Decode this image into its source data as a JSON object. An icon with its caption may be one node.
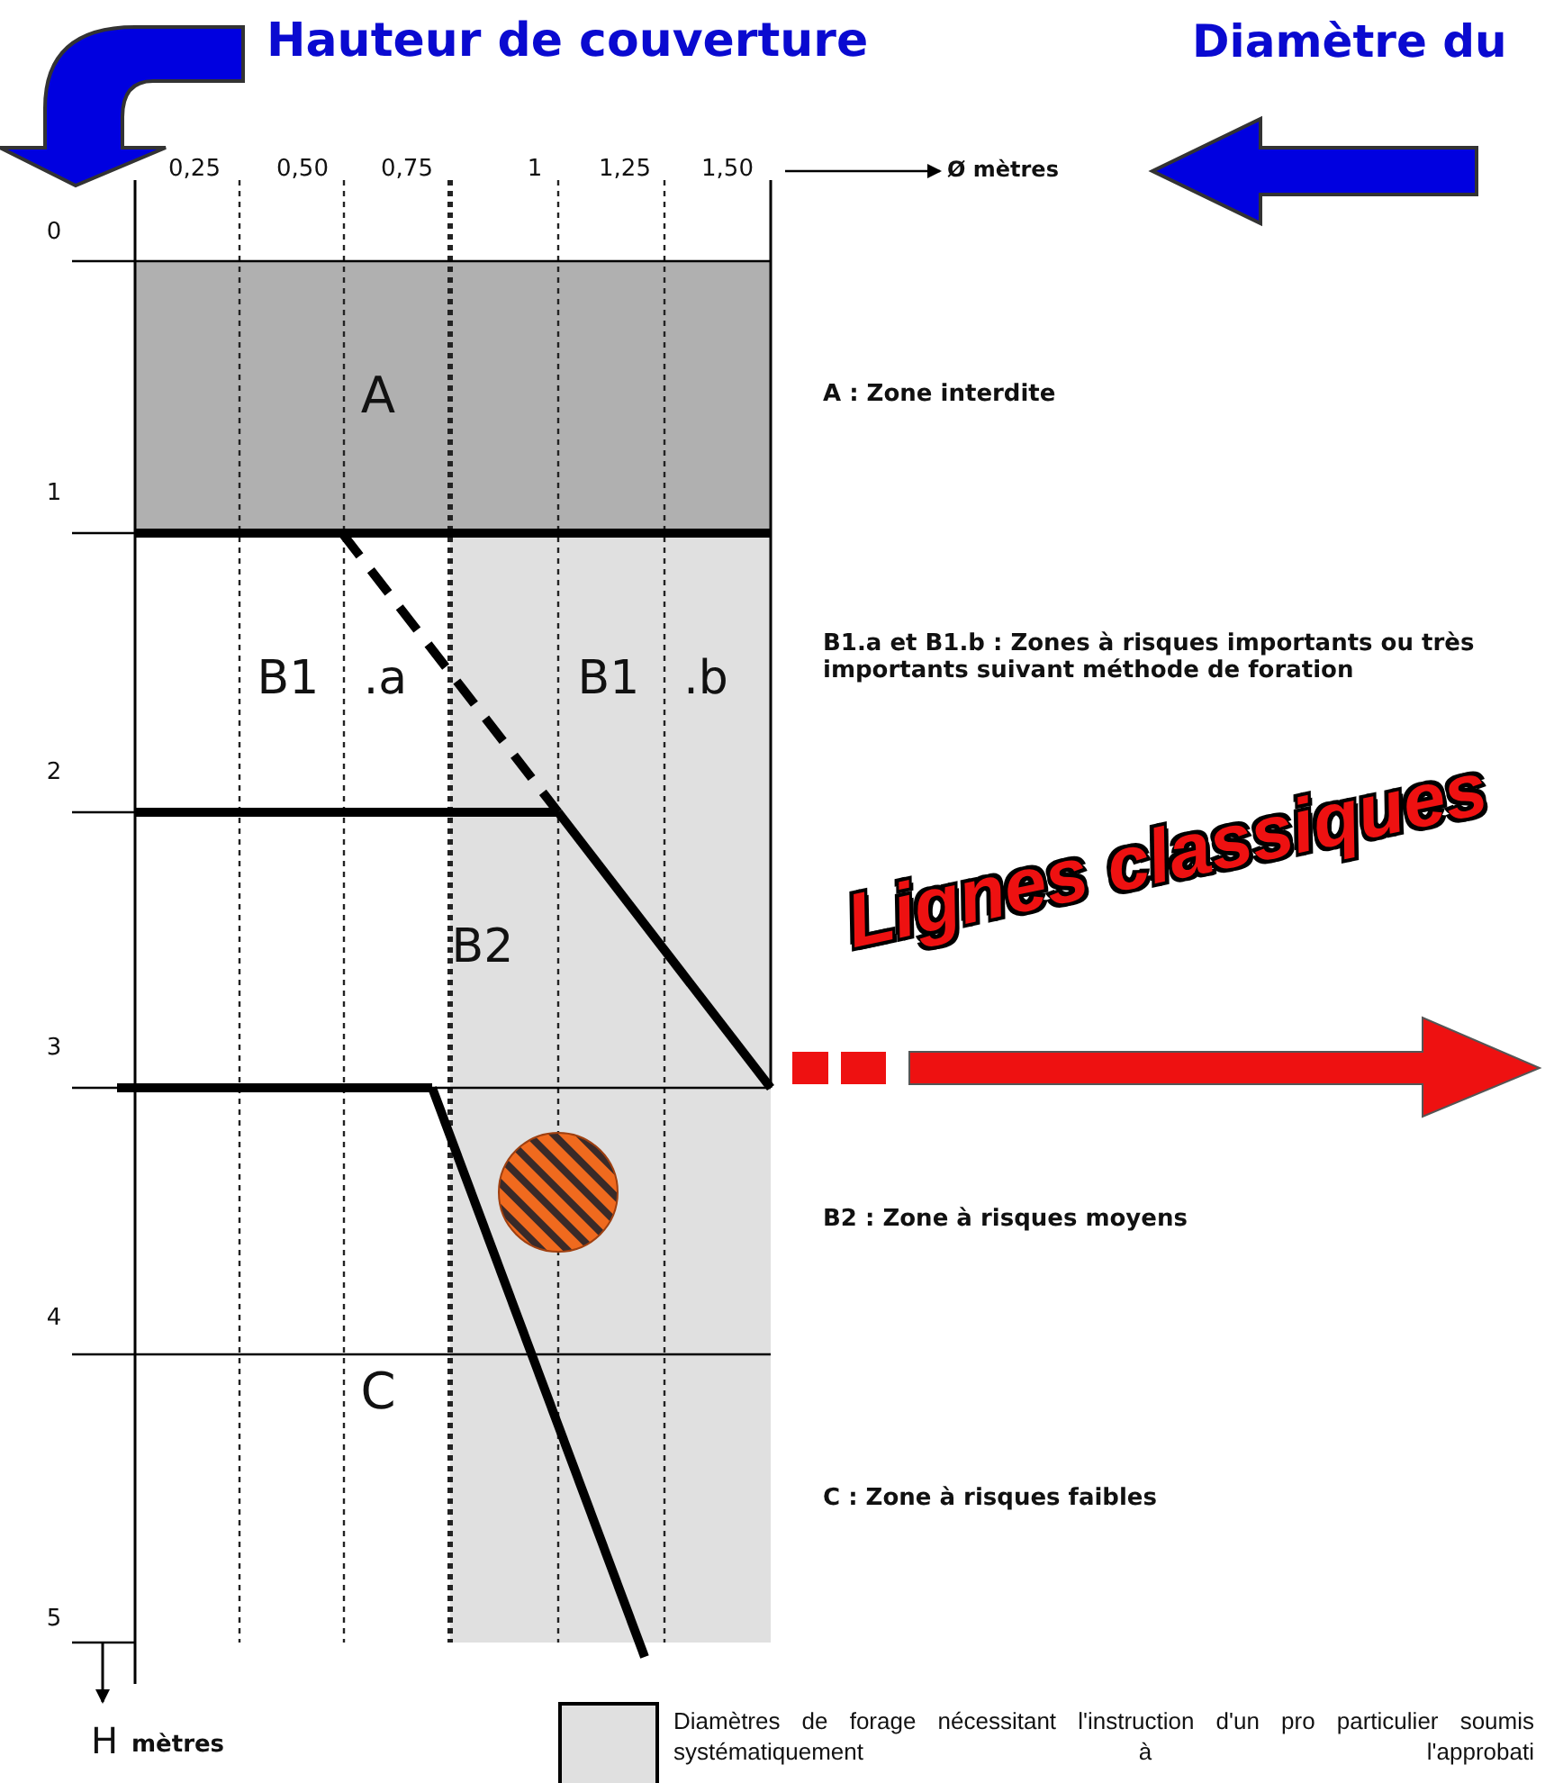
{
  "diagram": {
    "labels": [
      "Hauteur de couverture",
      "Diamètre du",
      "0,25",
      "0,50",
      "0,75",
      "1",
      "1,25",
      "1,50",
      "Ø mètres",
      "0",
      "A",
      "A : Zone interdite",
      "1",
      "B1",
      ".a",
      "B1",
      ".b",
      "B1.a et B1.b : Zones à risques importants ou très importants suivant méthode de foration",
      "2",
      "Lignes classiques",
      "B2",
      "3",
      "B2 : Zone à risques moyens",
      "4",
      "C",
      "C : Zone à risques faibles",
      "5",
      "H",
      "mètres"
    ],
    "legend": [
      {
        "text": "Diamètres de forage nécessitant l'instruction d'un pro particulier soumis systématiquement à l'approbati",
        "color": "#e0e0e0"
      }
    ]
  }
}
